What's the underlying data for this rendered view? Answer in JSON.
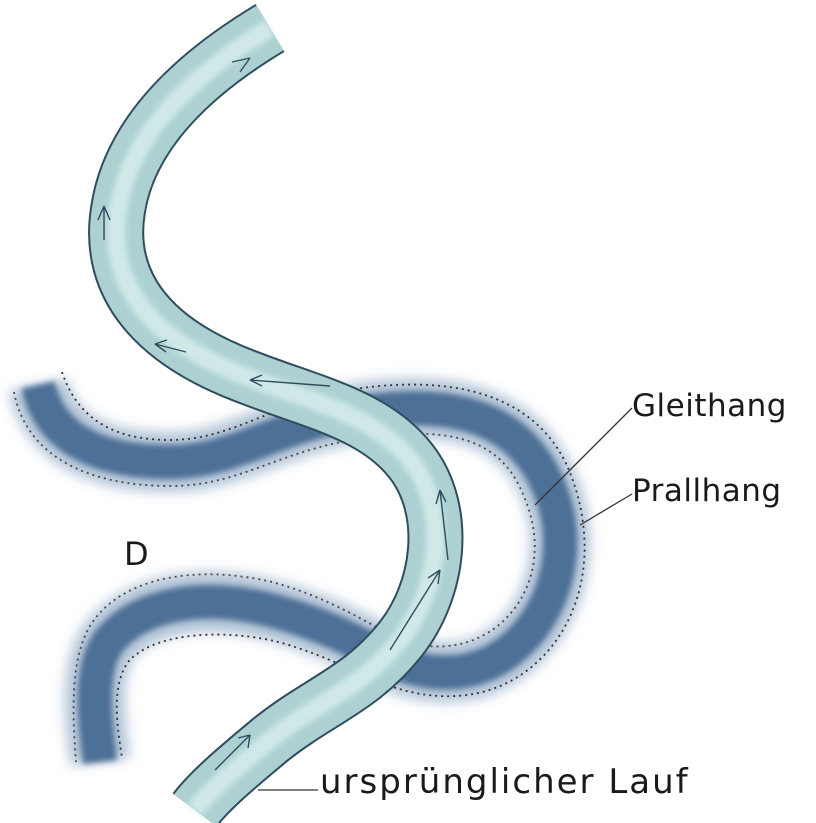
{
  "labels": {
    "gleithang": "Gleithang",
    "prallhang": "Prallhang",
    "point_d": "D",
    "original_course": "ursprünglicher Lauf"
  },
  "colors": {
    "current_river": "#4d6f96",
    "current_river_edge": "#a9bdd2",
    "original_course": "#b8dcdc",
    "original_course_edge": "#2f4d5e",
    "outline": "#333333"
  }
}
